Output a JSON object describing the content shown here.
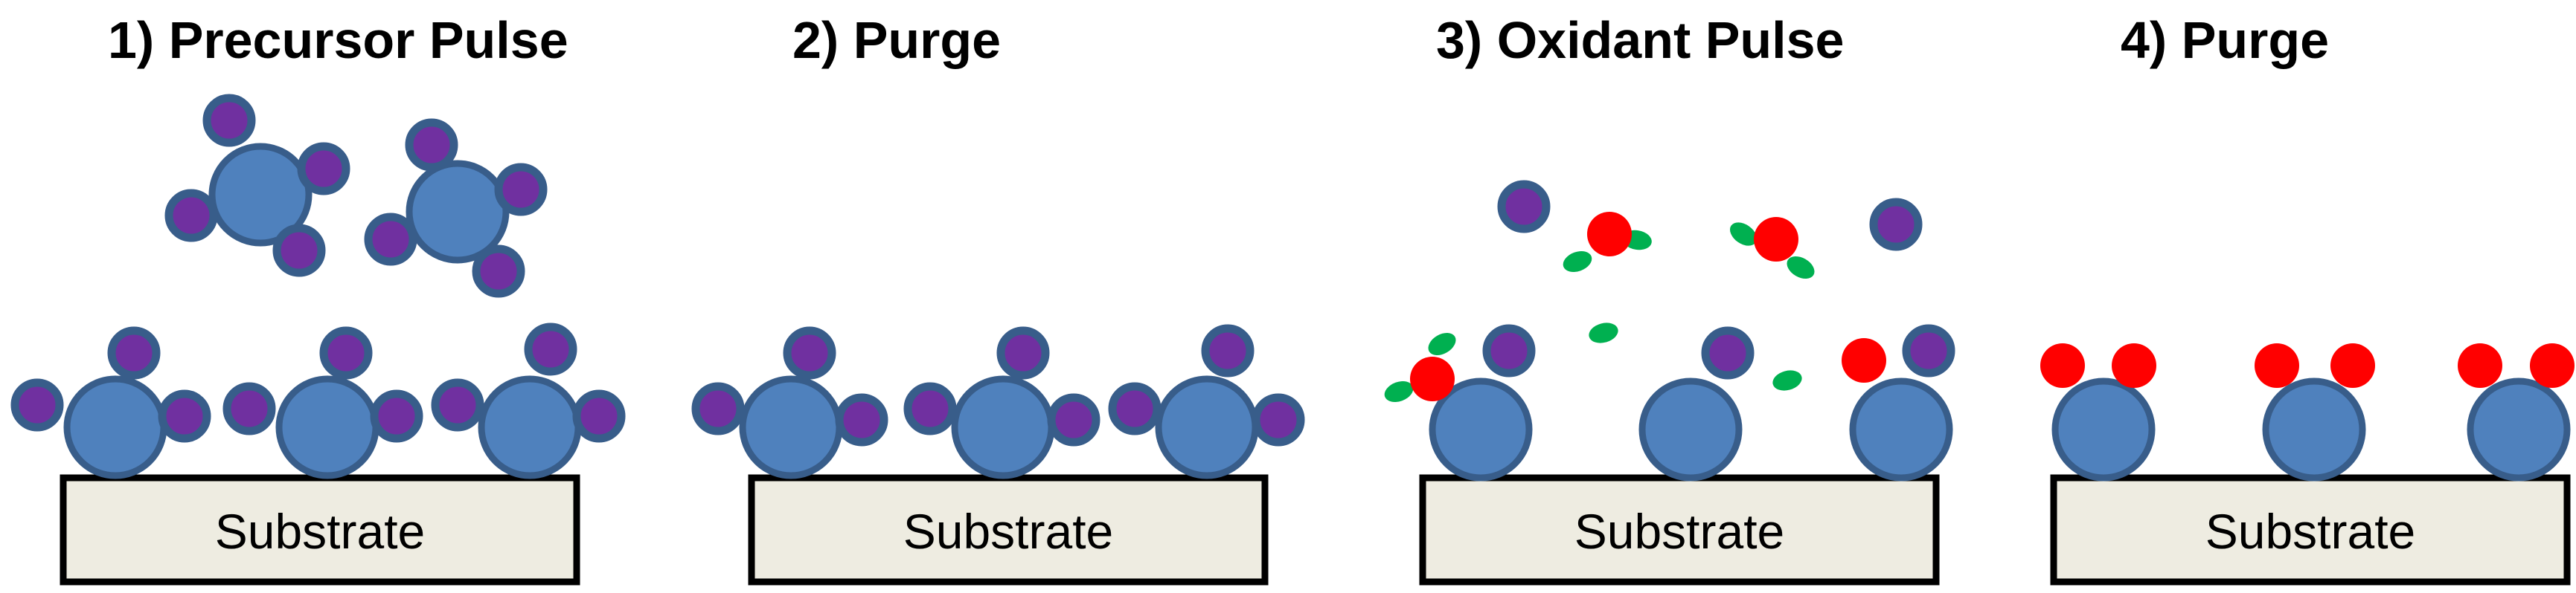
{
  "steps": [
    {
      "title": "1) Precursor Pulse"
    },
    {
      "title": "2) Purge"
    },
    {
      "title": "3) Oxidant Pulse"
    },
    {
      "title": "4) Purge"
    }
  ],
  "substrate_label": "Substrate",
  "colors": {
    "metal_center": "#4f81bd",
    "outline": "#385d8a",
    "ligand": "#7030a0",
    "oxidant_oxygen": "#ff0000",
    "oxidant_hydrogen": "#00b050",
    "substrate_fill": "#eeece1",
    "substrate_border": "#000000",
    "text": "#000000"
  }
}
